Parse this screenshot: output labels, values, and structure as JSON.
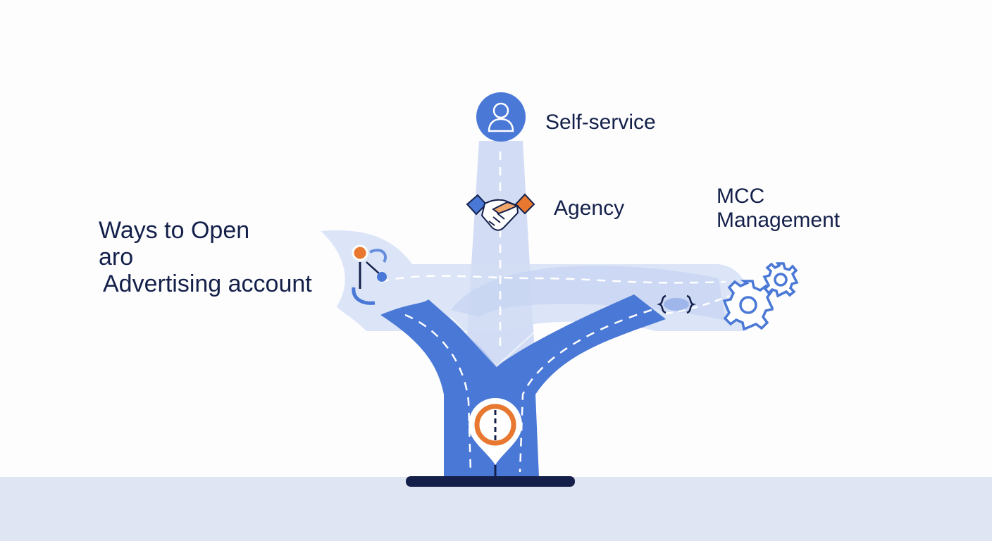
{
  "heading": {
    "line1": "Ways to Open",
    "line2": "aro",
    "line3": "Advertising account"
  },
  "options": {
    "self_service": "Self-service",
    "agency": "Agency",
    "mcc_line1": "MCC",
    "mcc_line2": "Management"
  },
  "colors": {
    "road": "#4a78d6",
    "road_light": "#aec2ec",
    "accent_orange": "#e8782f",
    "navy": "#14204a",
    "ground": "#dfe5f3"
  },
  "icons": {
    "self_service": "person-icon",
    "agency": "handshake-icon",
    "mcc": "gears-icon",
    "center": "location-pin-icon",
    "start": "route-start-icon"
  }
}
